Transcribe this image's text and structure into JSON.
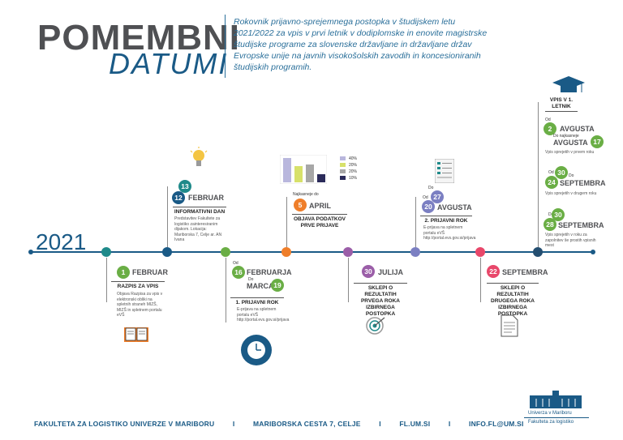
{
  "header": {
    "title_line1": "POMEMBNI",
    "title_line2": "DATUMI",
    "intro": "Rokovnik prijavno-sprejemnega postopka v študijskem letu 2021/2022 za vpis v prvi letnik v dodiplomske in enovite magistrske študijske programe za slovenske državljane in državljane držav Evropske unije na javnih visokošolskih zavodih in koncesioniranih študijskih programih."
  },
  "year": "2021",
  "colors": {
    "blue": "#1a5a86",
    "teal": "#1f8a8a",
    "green": "#6aae45",
    "orange": "#ef7e2a",
    "purple": "#9b5ea8",
    "lavender": "#7b7fc2",
    "pink": "#e8476a",
    "navy": "#244e70"
  },
  "ev1": {
    "num": "1",
    "month": "FEBRUAR",
    "head": "RAZPIS ZA VPIS",
    "desc": "Objava Razpisa za vpis v elektronski obliki na spletnih straneh MIZŠ, MIZŠ in spletnem portalu eVŠ",
    "icon": "book-icon"
  },
  "ev2": {
    "num_a": "13",
    "num_b": "12",
    "month": "FEBRUAR",
    "head": "INFORMATIVNI DAN",
    "desc": "Predstavitev Fakultete za logistiko zainteresiranim dijakom. Lokacija: Mariborska 7, Celje ar. AN Ivana",
    "icon": "lightbulb-icon"
  },
  "ev3": {
    "od": "Od",
    "num_a": "16",
    "month_a": "FEBRUARJA",
    "do": "Do",
    "month_b": "MARCA",
    "num_b": "19",
    "head": "1. PRIJAVNI ROK",
    "desc": "E-prijava na spletnem portalu eVŠ http://portal.evs.gov.si/prijava",
    "icon": "clock-icon"
  },
  "ev4": {
    "pre": "Najkasneje do",
    "num": "5",
    "month": "APRIL",
    "head": "OBJAVA PODATKOV PRVE PRIJAVE",
    "icon": "bar-chart-icon",
    "legend": [
      "40%",
      "20%",
      "20%",
      "10%"
    ]
  },
  "ev5": {
    "num": "30",
    "month": "JULIJA",
    "head": "SKLEPI O REZULTATIH PRVEGA ROKA IZBIRNEGA POSTOPKA",
    "icon": "target-icon"
  },
  "ev6": {
    "do": "Do",
    "od": "Od",
    "num_a": "27",
    "num_b": "20",
    "month": "AVGUSTA",
    "head": "2. PRIJAVNI ROK",
    "desc": "E-prijava na spletnem portalu eVŠ http://portal.evs.gov.si/prijava",
    "icon": "form-icon"
  },
  "ev7": {
    "num": "22",
    "month": "SEPTEMBRA",
    "head": "SKLEPI O REZULTATIH DRUGEGA ROKA IZBIRNEGA POSTOPKA",
    "icon": "document-icon"
  },
  "ev8": {
    "head": "VPIS V 1. LETNIK",
    "od1": "Od",
    "num1a": "2",
    "month1": "AVGUSTA",
    "pre1": "Do najkasneje",
    "month1b": "AVGUSTA",
    "num1b": "17",
    "desc1": "Vpis sprejetih v prvem roku",
    "od2": "Od",
    "num2a": "24",
    "num2b": "30",
    "do2": "Do",
    "month2": "SEPTEMBRA",
    "desc2": "Vpis sprejetih v drugem roku",
    "do3": "Do",
    "num3a": "28",
    "num3b": "30",
    "month3": "SEPTEMBRA",
    "desc3": "Vpis sprejetih v roku za zapolnitev še prostih vpisnih mest",
    "icon": "graduation-cap-icon"
  },
  "logo": {
    "line1": "Univerza v Mariboru",
    "line2": "Fakulteta za logistiko"
  },
  "footer": {
    "faculty": "FAKULTETA ZA LOGISTIKO UNIVERZE V MARIBORU",
    "sep": "I",
    "address": "MARIBORSKA CESTA 7, CELJE",
    "web": "FL.UM.SI",
    "email": "INFO.FL@UM.SI"
  }
}
